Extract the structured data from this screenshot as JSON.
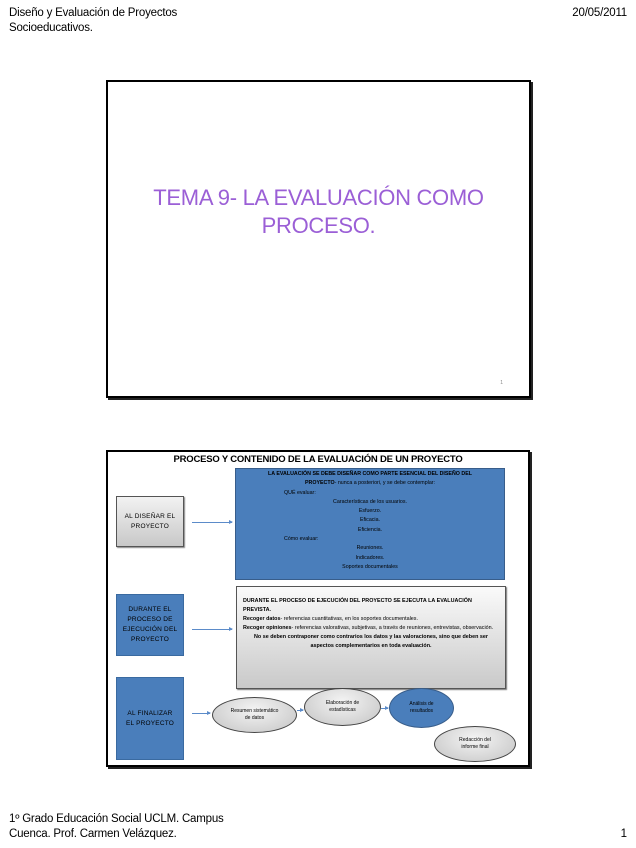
{
  "page_header": {
    "course_title_line1": "Diseño y Evaluación de Proyectos",
    "course_title_line2": "Socioeducativos.",
    "date": "20/05/2011"
  },
  "page_footer": {
    "line1": "1º Grado Educación Social  UCLM.  Campus",
    "line2": "Cuenca. Prof. Carmen Velázquez.",
    "page_number": "1"
  },
  "slide1": {
    "title_line1": "TEMA 9- LA EVALUACIÓN COMO",
    "title_line2": "PROCESO.",
    "slide_number": "1",
    "title_color": "#9b5fd6"
  },
  "slide2": {
    "title": "PROCESO Y CONTENIDO DE LA EVALUACIÓN DE UN PROYECTO",
    "stages": [
      {
        "label_line1": "AL DISEÑAR EL",
        "label_line2": "PROYECTO",
        "style": "gray"
      },
      {
        "label_line1": "DURANTE EL",
        "label_line2": "PROCESO DE",
        "label_line3": "EJECUCIÓN DEL",
        "label_line4": "PROYECTO",
        "style": "blue"
      },
      {
        "label_line1": "AL FINALIZAR",
        "label_line2": "EL PROYECTO",
        "style": "blue"
      }
    ],
    "design_box": {
      "heading_line1": "LA EVALUACIÓN SE DEBE DISEÑAR COMO PARTE ESENCIAL DEL DISEÑO DEL",
      "heading_bold2": "PROYECTO",
      "heading_rest2": "- nunca a posteriori, y se debe contemplar:",
      "what_label": "QUÉ evaluar:",
      "what_items": [
        "Características de los usuarios.",
        "Esfuerzo.",
        "Eficacia.",
        "Eficiencia."
      ],
      "how_label": "Cómo evaluar:",
      "how_items": [
        "Reuniones.",
        "Indicadores.",
        "Soportes documentales"
      ]
    },
    "execution_box": {
      "heading": "DURANTE EL PROCESO DE EJECUCIÓN DEL PROYECTO SE EJECUTA LA EVALUACIÓN PREVISTA.",
      "data_label": "Recoger datos",
      "data_text": "- referencias cuantitativas, en los soportes documentales.",
      "opinions_label": "Recoger opiniones",
      "opinions_text": "- referencias valorativas, subjetivas, a través de reuniones, entrevistas, observación.",
      "note": "No se deben contraponer como contrarios los datos y las valoraciones, sino que deben ser aspectos complementarios en toda evaluación."
    },
    "final_steps": [
      {
        "label": "Resumen sistemático de datos",
        "style": "gray"
      },
      {
        "label": "Elaboración de estadísticas",
        "style": "gray"
      },
      {
        "label": "Análisis de resultados",
        "style": "blue"
      },
      {
        "label": "Redacción del informe final",
        "style": "gray"
      }
    ],
    "colors": {
      "blue": "#4a7ebb",
      "arrow": "#5b8bc9"
    }
  }
}
